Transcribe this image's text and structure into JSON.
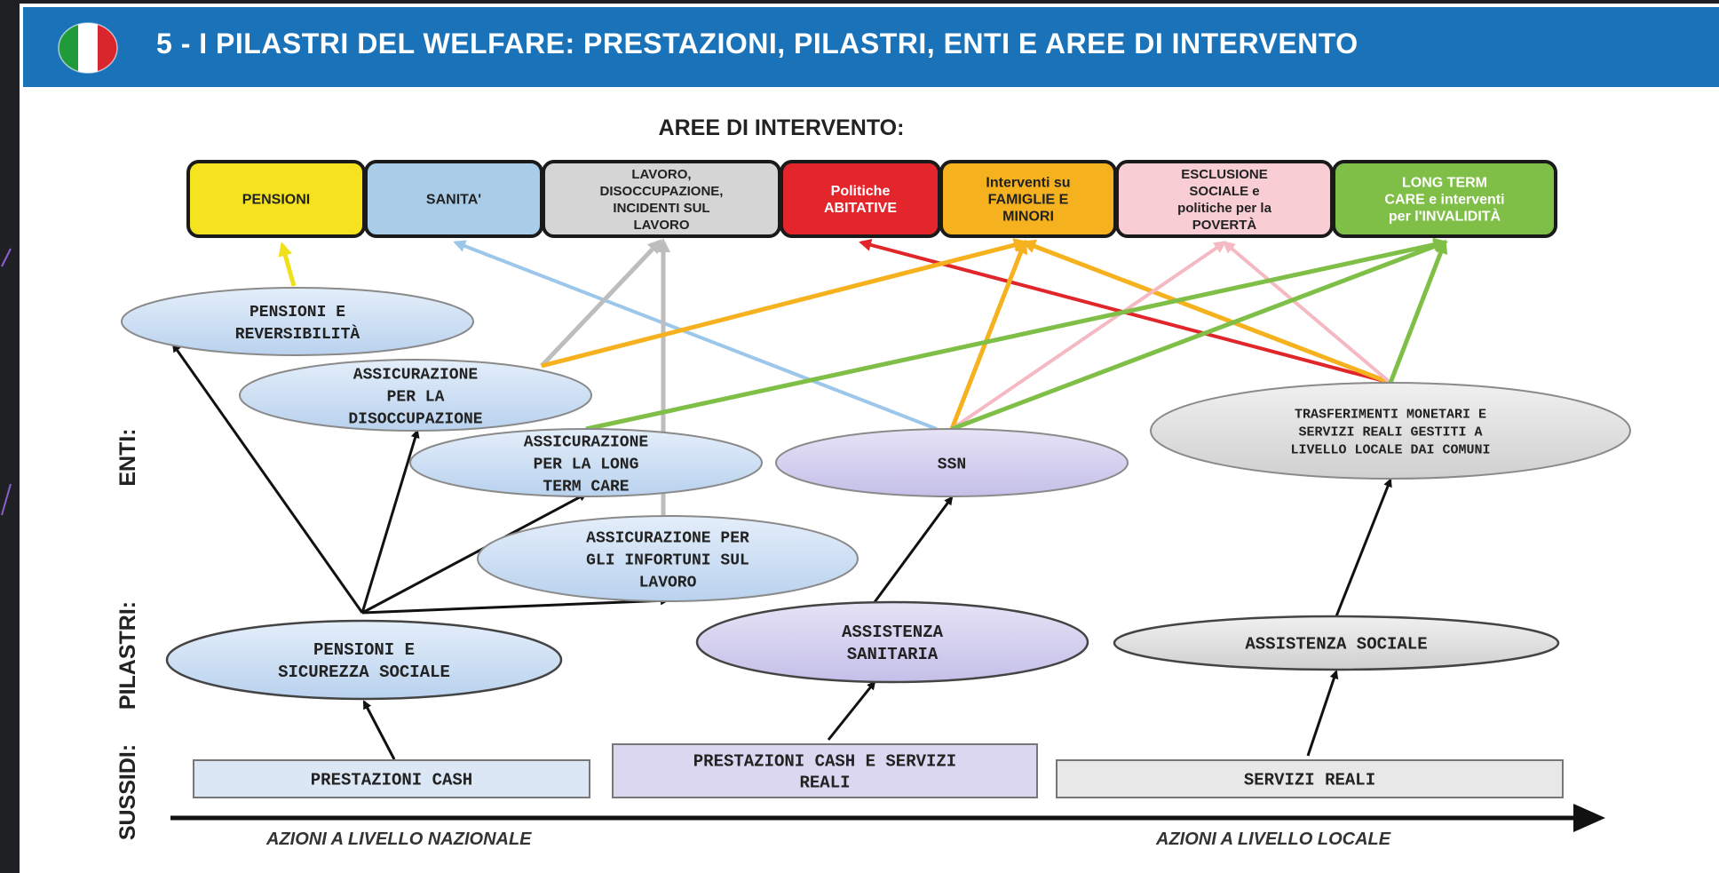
{
  "header": {
    "title": "5 - I PILASTRI DEL WELFARE: PRESTAZIONI, PILASTRI, ENTI E AREE DI INTERVENTO",
    "flag_colors": [
      "#1f9b3a",
      "#ffffff",
      "#d8262c"
    ],
    "background": "#1a73b8"
  },
  "diagram": {
    "areas_title": "AREE DI INTERVENTO:",
    "areas": [
      {
        "id": "pensioni",
        "lines": [
          "PENSIONI"
        ],
        "color": "#f5e31f",
        "text_color": "#222"
      },
      {
        "id": "sanita",
        "lines": [
          "SANITA'"
        ],
        "color": "#a9cde8",
        "text_color": "#222"
      },
      {
        "id": "lavoro",
        "lines": [
          "LAVORO,",
          "DISOCCUPAZIONE,",
          "INCIDENTI SUL",
          "LAVORO"
        ],
        "color": "#d5d5d5",
        "text_color": "#222"
      },
      {
        "id": "abitative",
        "lines": [
          "Politiche",
          "ABITATIVE"
        ],
        "color": "#e3262b",
        "text_color": "#ffffff"
      },
      {
        "id": "famiglie",
        "lines": [
          "Interventi su",
          "FAMIGLIE E",
          "MINORI"
        ],
        "color": "#f6b11f",
        "text_color": "#222"
      },
      {
        "id": "poverta",
        "lines": [
          "ESCLUSIONE",
          "SOCIALE e",
          "politiche per la",
          "POVERTÀ"
        ],
        "color": "#f8cdd3",
        "text_color": "#222"
      },
      {
        "id": "ltc",
        "lines": [
          "LONG TERM",
          "CARE  e interventi",
          "per l'INVALIDITÀ"
        ],
        "color": "#7fbf48",
        "text_color": "#ffffff"
      }
    ],
    "row_labels": {
      "enti": "ENTI:",
      "pilastri": "PILASTRI:",
      "sussidi": "SUSSIDI:"
    },
    "enti": [
      {
        "id": "pens_rev",
        "lines": [
          "PENSIONI E",
          "REVERSIBILITÀ"
        ],
        "color": "#cfe0f3"
      },
      {
        "id": "disocc",
        "lines": [
          "ASSICURAZIONE",
          "PER LA",
          "DISOCCUPAZIONE"
        ],
        "color": "#cfe0f3"
      },
      {
        "id": "ltc_ins",
        "lines": [
          "ASSICURAZIONE",
          "PER LA LONG",
          "TERM CARE"
        ],
        "color": "#cfe0f3"
      },
      {
        "id": "infortuni",
        "lines": [
          "ASSICURAZIONE PER",
          "GLI INFORTUNI SUL",
          "LAVORO"
        ],
        "color": "#cfe0f3"
      },
      {
        "id": "ssn",
        "lines": [
          "SSN"
        ],
        "color": "#d6d3ef"
      },
      {
        "id": "comuni",
        "lines": [
          "TRASFERIMENTI MONETARI E",
          "SERVIZI REALI GESTITI A",
          "LIVELLO LOCALE DAI COMUNI"
        ],
        "color": "#e3e3e3"
      }
    ],
    "pilastri": [
      {
        "id": "sicurezza",
        "lines": [
          "PENSIONI E",
          "SICUREZZA SOCIALE"
        ],
        "color": "#cfe0f3"
      },
      {
        "id": "sanitaria",
        "lines": [
          "ASSISTENZA",
          "SANITARIA"
        ],
        "color": "#d6d3ef"
      },
      {
        "id": "sociale",
        "lines": [
          "ASSISTENZA SOCIALE"
        ],
        "color": "#e3e3e3"
      }
    ],
    "sussidi": [
      {
        "id": "cash",
        "lines": [
          "PRESTAZIONI CASH"
        ],
        "color": "#dbe7f5"
      },
      {
        "id": "cash_servizi",
        "lines": [
          "PRESTAZIONI CASH E SERVIZI",
          "REALI"
        ],
        "color": "#dcd7f0"
      },
      {
        "id": "servizi",
        "lines": [
          "SERVIZI REALI"
        ],
        "color": "#e8e8e8"
      }
    ],
    "footer": {
      "left": "AZIONI A LIVELLO NAZIONALE",
      "right": "AZIONI A LIVELLO LOCALE"
    },
    "link_colors": {
      "black": "#111111",
      "yellow": "#f0e01a",
      "blue": "#9cc7ea",
      "gray": "#bdbdbd",
      "red": "#e0262b",
      "orange": "#f6b11f",
      "pink": "#f5b9c3",
      "green": "#7fbf48"
    }
  }
}
